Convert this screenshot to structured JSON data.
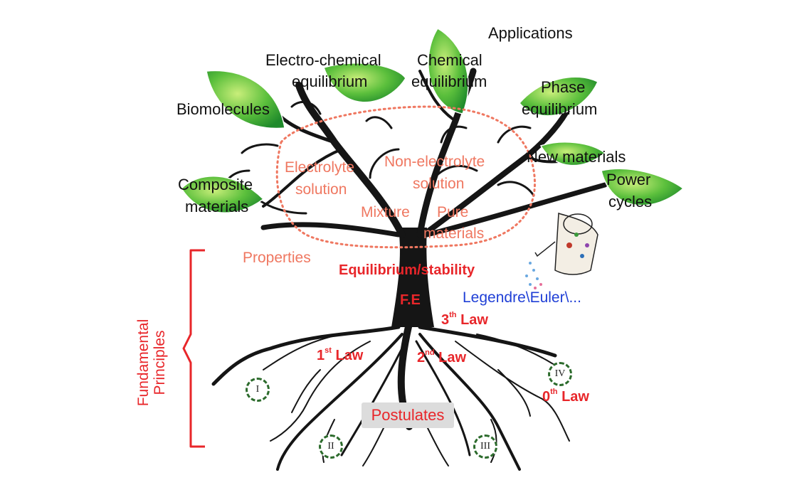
{
  "leaves_top": {
    "applications": "Applications",
    "electro_chemical": "Electro-chemical",
    "electro_equilibrium": "equilibrium",
    "chemical": "Chemical",
    "chemical_equilibrium": "equilibrium",
    "phase": "Phase",
    "phase_equilibrium": "equilibrium",
    "biomolecules": "Biomolecules",
    "new_materials": "New materials",
    "composite": "Composite",
    "composite_materials": "materials",
    "power": "Power",
    "cycles": "cycles"
  },
  "canopy": {
    "electrolyte": "Electrolyte",
    "electrolyte_solution": "solution",
    "non_electrolyte": "Non-electrolyte",
    "non_electrolyte_solution": "solution",
    "mixture": "Mixture",
    "pure": "Pure",
    "pure_materials": "materials",
    "properties": "Properties"
  },
  "trunk": {
    "equilibrium_stability": "Equilibrium/stability",
    "fe": "F.E",
    "legendre": "Legendre\\Euler\\...",
    "third_law_num": "3",
    "third_law_sup": "th",
    "third_law_text": " Law"
  },
  "roots": {
    "first_law_num": "1",
    "first_law_sup": "st",
    "first_law_text": " Law",
    "second_law_num": "2",
    "second_law_sup": "nd",
    "second_law_text": " Law",
    "zeroth_law_num": "0",
    "zeroth_law_sup": "th",
    "zeroth_law_text": " Law",
    "postulates": "Postulates",
    "roman_1": "I",
    "roman_2": "II",
    "roman_3": "III",
    "roman_4": "IV"
  },
  "bracket": {
    "line1": "Fundamental",
    "line2": "Principles"
  },
  "colors": {
    "leaf": "#3fae3a",
    "trunk": "#151515",
    "red": "#e8262a",
    "salmon": "#ef7760",
    "blue": "#1f3fd6"
  }
}
